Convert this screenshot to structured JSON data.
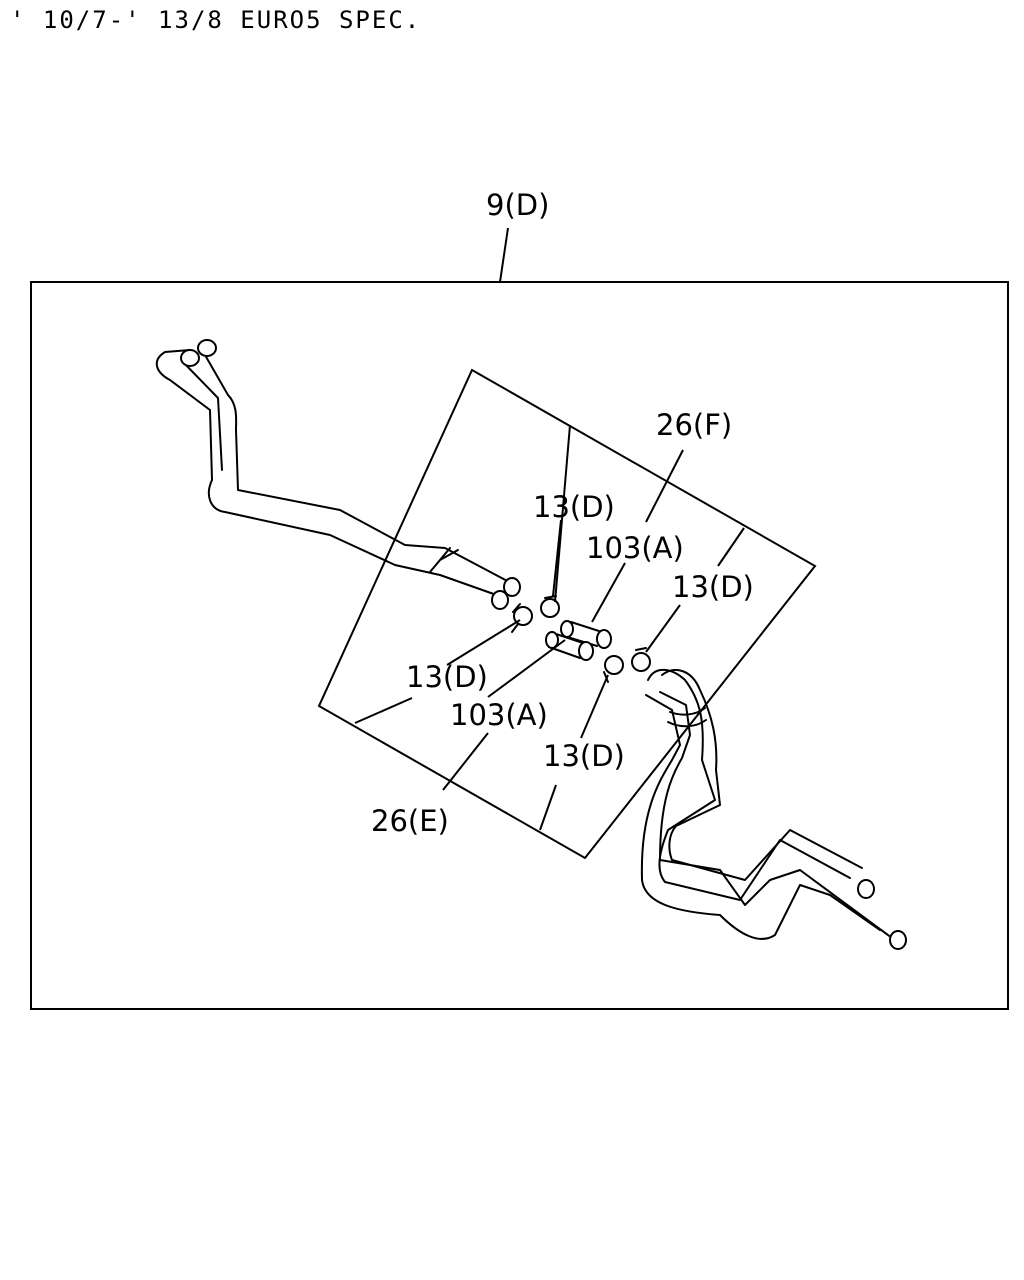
{
  "header": {
    "spec": "' 10/7-' 13/8 EURO5 SPEC."
  },
  "diagram": {
    "callouts": {
      "assembly": "9(D)",
      "hose_f": "26(F)",
      "clamp_top": "13(D)",
      "pipe_top": "103(A)",
      "clamp_right": "13(D)",
      "clamp_left": "13(D)",
      "pipe_bottom": "103(A)",
      "clamp_bottom": "13(D)",
      "hose_e": "26(E)"
    }
  }
}
